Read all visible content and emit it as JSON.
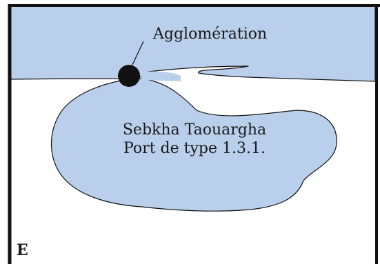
{
  "colors": {
    "water": "#b9cfeb",
    "land": "#ffffff",
    "outline": "#111111",
    "frame": "#111111",
    "agglomeration_marker": "#111111"
  },
  "labels": {
    "agglomeration": "Agglomération",
    "sebkha_name": "Sebkha Taouargha",
    "port_type": "Port de type 1.3.1.",
    "panel_letter": "E"
  }
}
